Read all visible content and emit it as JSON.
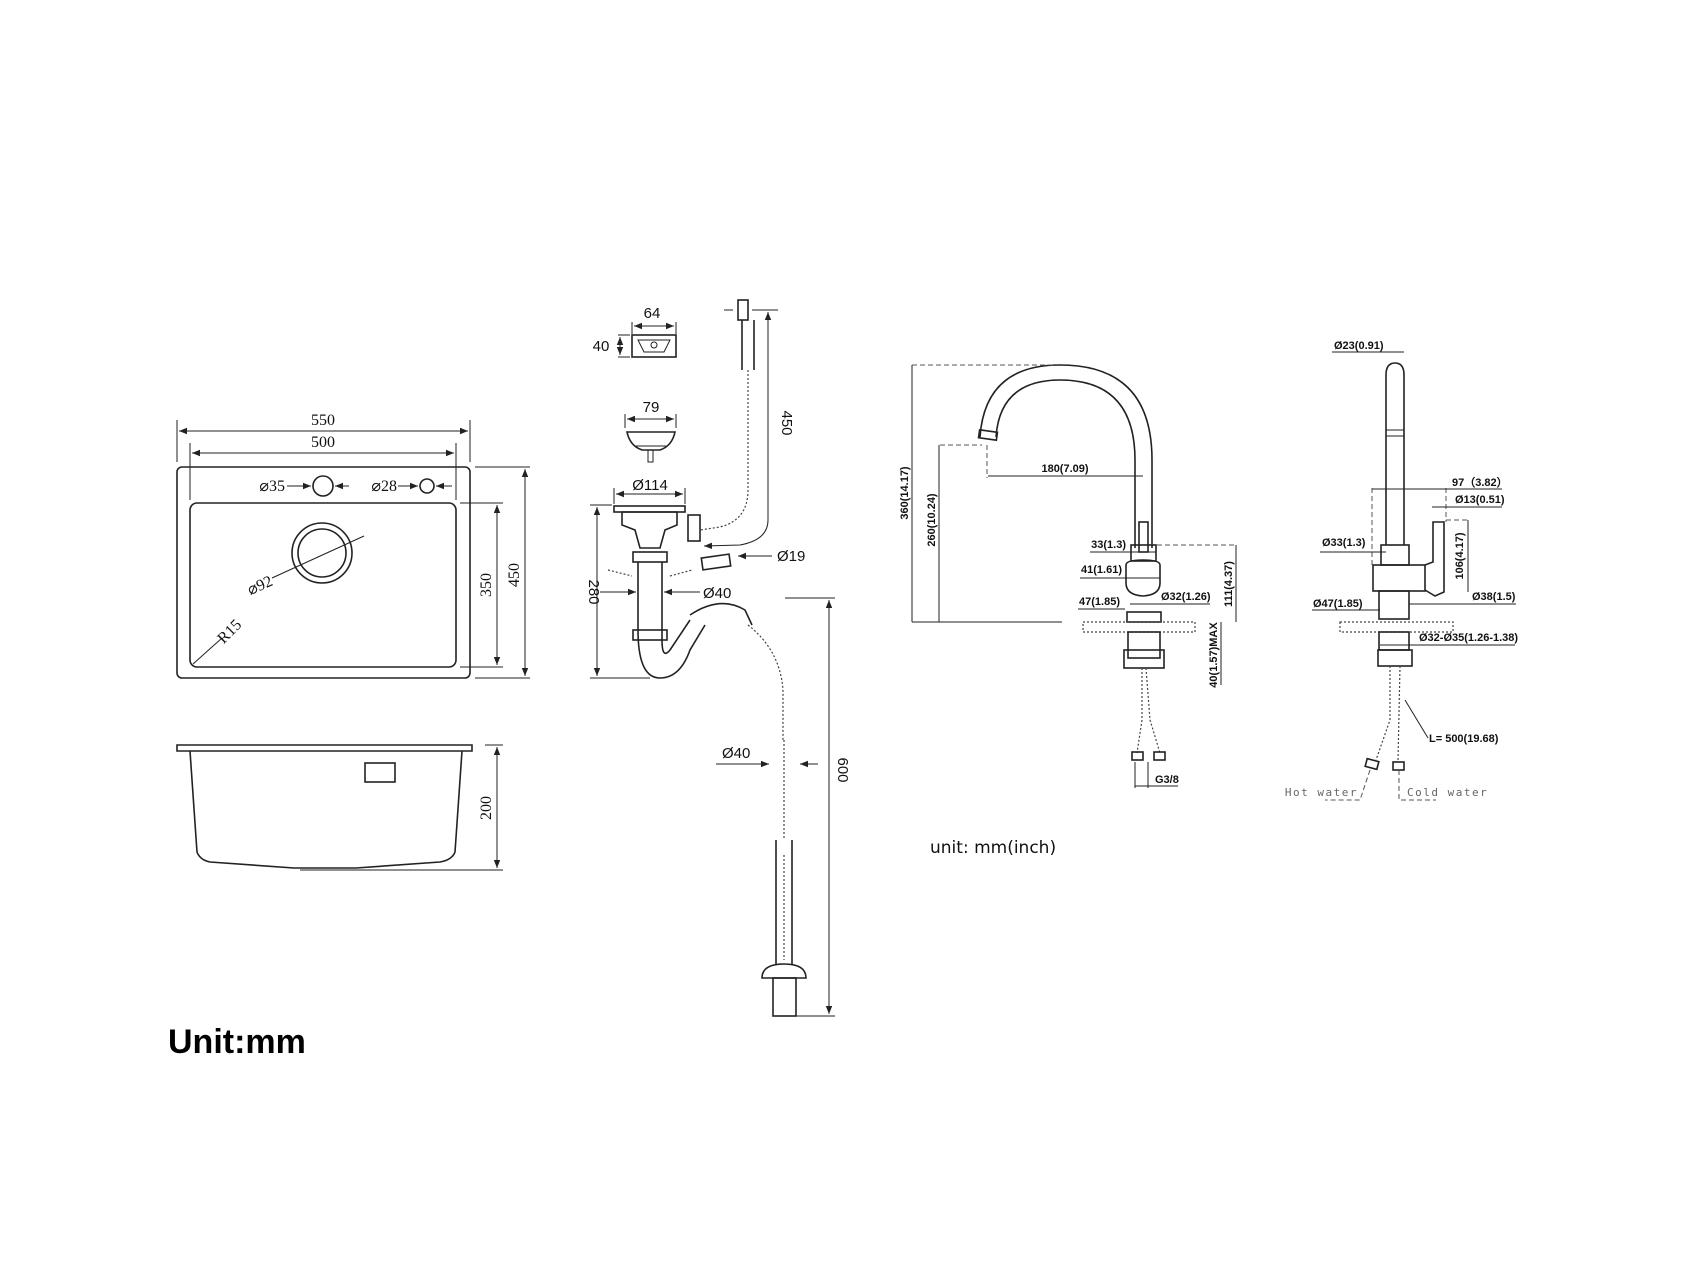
{
  "sink": {
    "width_outer": "550",
    "width_inner": "500",
    "hole1": "⌀35",
    "hole2": "⌀28",
    "drain": "⌀92",
    "radius": "R15",
    "height_inner": "350",
    "height_outer": "450",
    "depth": "200",
    "unit": "Unit:mm"
  },
  "drain_kit": {
    "overflow_w": "64",
    "overflow_h": "40",
    "strainer": "79",
    "flange": "Ø114",
    "overflow_hose": "450",
    "trap_height": "280",
    "hose_connector": "Ø19",
    "pipe_dia": "Ø40",
    "outlet_dia": "Ø40",
    "outlet_len": "600"
  },
  "faucet_front": {
    "total_height": "360(14.17)",
    "spout_height": "260(10.24)",
    "reach": "180(7.09)",
    "d33": "33(1.3)",
    "d41": "41(1.61)",
    "d47": "47(1.85)",
    "d32": "Ø32(1.26)",
    "body_height": "111(4.37)",
    "deck_max": "40(1.57)MAX",
    "thread": "G3/8",
    "unit": "unit: mm(inch)"
  },
  "faucet_side": {
    "d23": "Ø23(0.91)",
    "d97": "97（3.82）",
    "d13": "Ø13(0.51)",
    "d33": "Ø33(1.3)",
    "h106": "106(4.17)",
    "d38": "Ø38(1.5)",
    "d47": "Ø47(1.85)",
    "hole": "Ø32-Ø35(1.26-1.38)",
    "hose_len": "L= 500(19.68)",
    "hot": "Hot water",
    "cold": "Cold water"
  }
}
